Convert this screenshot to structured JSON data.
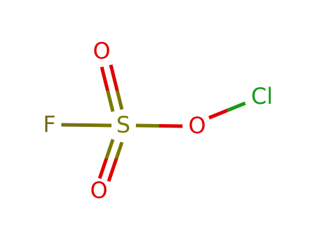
{
  "molecule": {
    "atoms": [
      {
        "id": "F",
        "label": "F",
        "color": "#7a6a1f"
      },
      {
        "id": "S",
        "label": "S",
        "color": "#7a7a00"
      },
      {
        "id": "O1",
        "label": "O",
        "color": "#e00000"
      },
      {
        "id": "O2",
        "label": "O",
        "color": "#e00000"
      },
      {
        "id": "O3",
        "label": "O",
        "color": "#e00000"
      },
      {
        "id": "Cl",
        "label": "Cl",
        "color": "#1a9a1a"
      }
    ],
    "bonds": [
      {
        "from": "F",
        "to": "S",
        "order": 1
      },
      {
        "from": "S",
        "to": "O1",
        "order": 2
      },
      {
        "from": "S",
        "to": "O2",
        "order": 2
      },
      {
        "from": "S",
        "to": "O3",
        "order": 1
      },
      {
        "from": "O3",
        "to": "Cl",
        "order": 1
      }
    ]
  }
}
